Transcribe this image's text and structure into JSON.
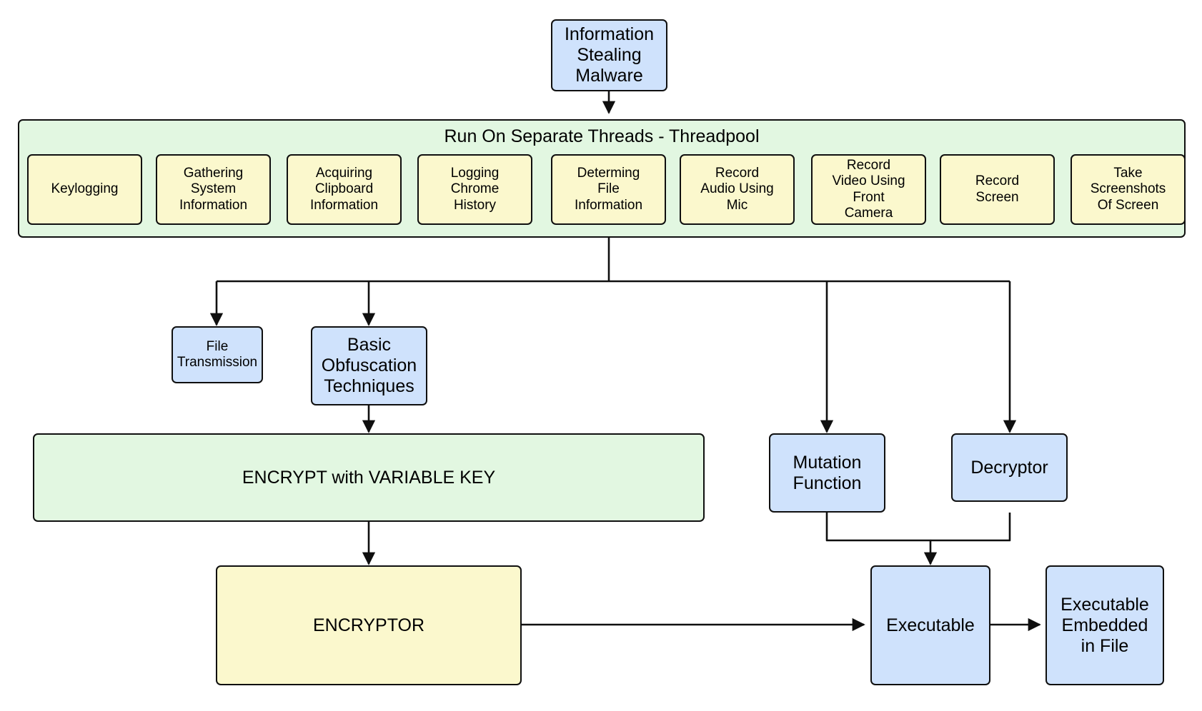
{
  "diagram": {
    "title": "Information Stealing Malware",
    "type": "flowchart",
    "colors": {
      "blue_fill": "#cfe2fc",
      "yellow_fill": "#fbf8cd",
      "green_fill": "#e2f7e1",
      "stroke": "#0f0f0f",
      "background": "#ffffff"
    }
  },
  "root": {
    "label": "Information\nStealing\nMalware"
  },
  "threadpool": {
    "title": "Run On Separate Threads - Threadpool",
    "tasks": [
      {
        "label": "Keylogging"
      },
      {
        "label": "Gathering\nSystem\nInformation"
      },
      {
        "label": "Acquiring\nClipboard\nInformation"
      },
      {
        "label": "Logging\nChrome\nHistory"
      },
      {
        "label": "Determing\nFile\nInformation"
      },
      {
        "label": "Record\nAudio Using\nMic"
      },
      {
        "label": "Record\nVideo Using\nFront\nCamera"
      },
      {
        "label": "Record\nScreen"
      },
      {
        "label": "Take\nScreenshots\nOf Screen"
      }
    ]
  },
  "stage_two": {
    "file_transmission": {
      "label": "File\nTransmission"
    },
    "obfuscation": {
      "label": "Basic\nObfuscation\nTechniques"
    },
    "mutation": {
      "label": "Mutation\nFunction"
    },
    "decryptor": {
      "label": "Decryptor"
    }
  },
  "stage_three": {
    "encrypt_variable_key": {
      "label": "ENCRYPT with VARIABLE KEY"
    },
    "encryptor": {
      "label": "ENCRYPTOR"
    },
    "executable": {
      "label": "Executable"
    },
    "executable_embedded": {
      "label": "Executable\nEmbedded\nin File"
    }
  }
}
